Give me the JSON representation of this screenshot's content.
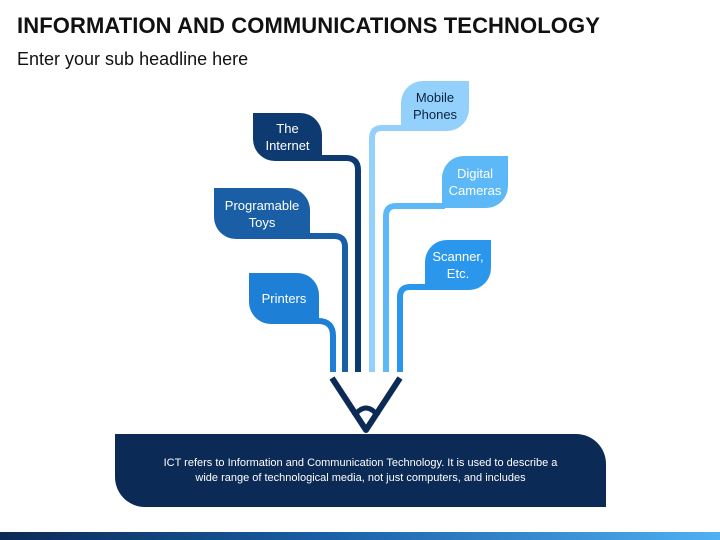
{
  "header": {
    "title": "INFORMATION AND COMMUNICATIONS TECHNOLOGY",
    "subtitle": "Enter your sub headline here"
  },
  "diagram": {
    "left_items": [
      {
        "label": "The Internet",
        "color": "#0d3a70"
      },
      {
        "label": "Programable Toys",
        "color": "#1a5fa6"
      },
      {
        "label": "Printers",
        "color": "#1d7fd6"
      }
    ],
    "right_items": [
      {
        "label": "Mobile Phones",
        "color": "#93d0fb"
      },
      {
        "label": "Digital Cameras",
        "color": "#5cb8f6"
      },
      {
        "label": "Scanner, Etc.",
        "color": "#2b97ec"
      }
    ],
    "description": "ICT refers to Information and Communication Technology. It is used to describe a wide range of technological media, not just computers, and includes"
  },
  "colors": {
    "navy": "#0b2a55",
    "accent": "#1d7fd6"
  }
}
